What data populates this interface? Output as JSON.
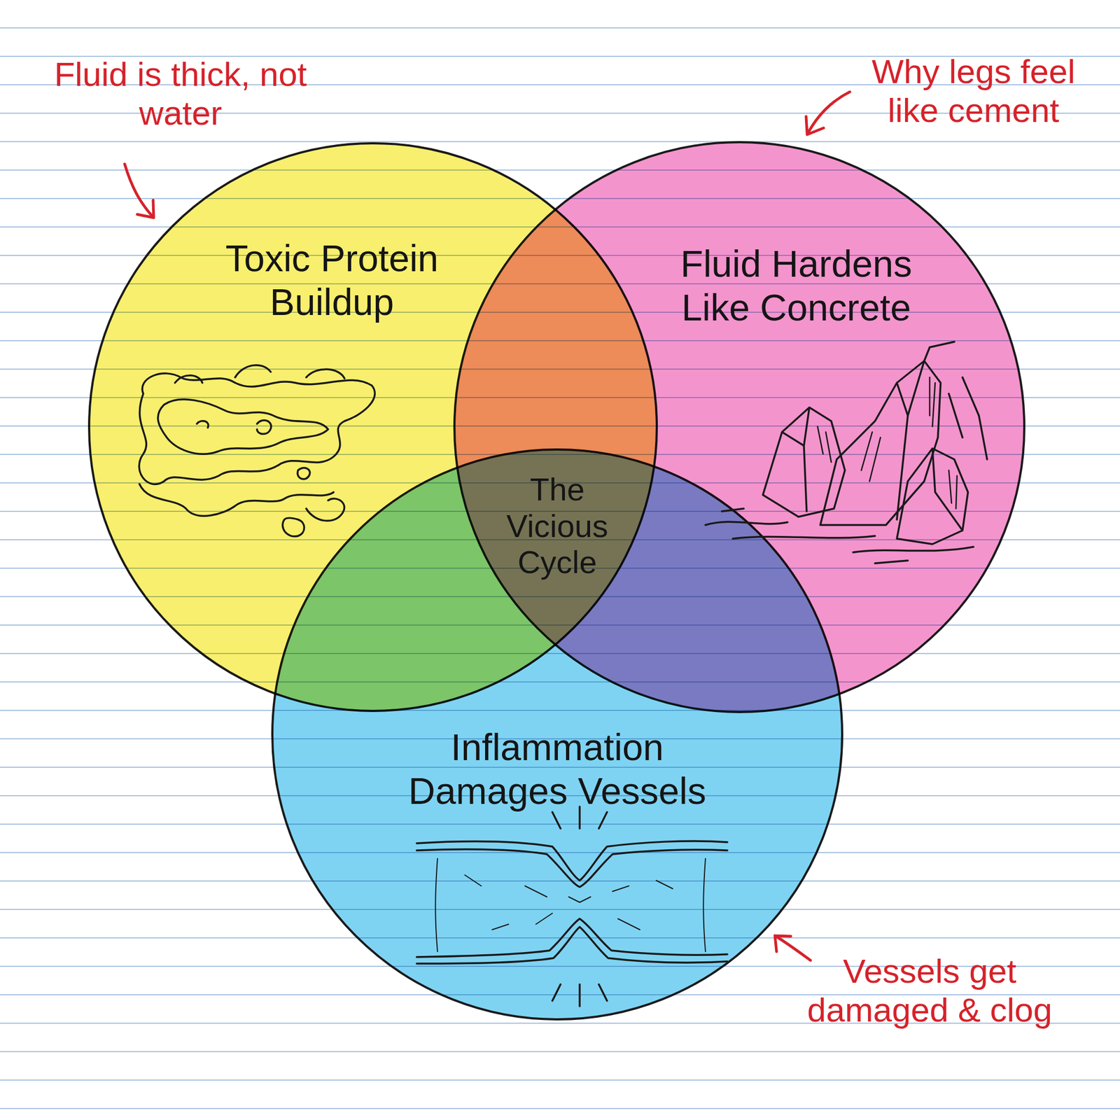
{
  "diagram": {
    "nodes": [
      {
        "text": [
          "Toxic Protein Buildup"
        ]
      },
      {
        "text": [
          "Fluid Hardens Like Concrete"
        ]
      },
      {
        "text": [
          "Inflammation Damages Vessels"
        ]
      },
      {
        "text": [
          "The Vicious Cycle"
        ]
      }
    ],
    "labels": [
      "Fluid is thick, not water",
      "Why legs feel like cement",
      "Vessels get damaged & clog"
    ]
  }
}
